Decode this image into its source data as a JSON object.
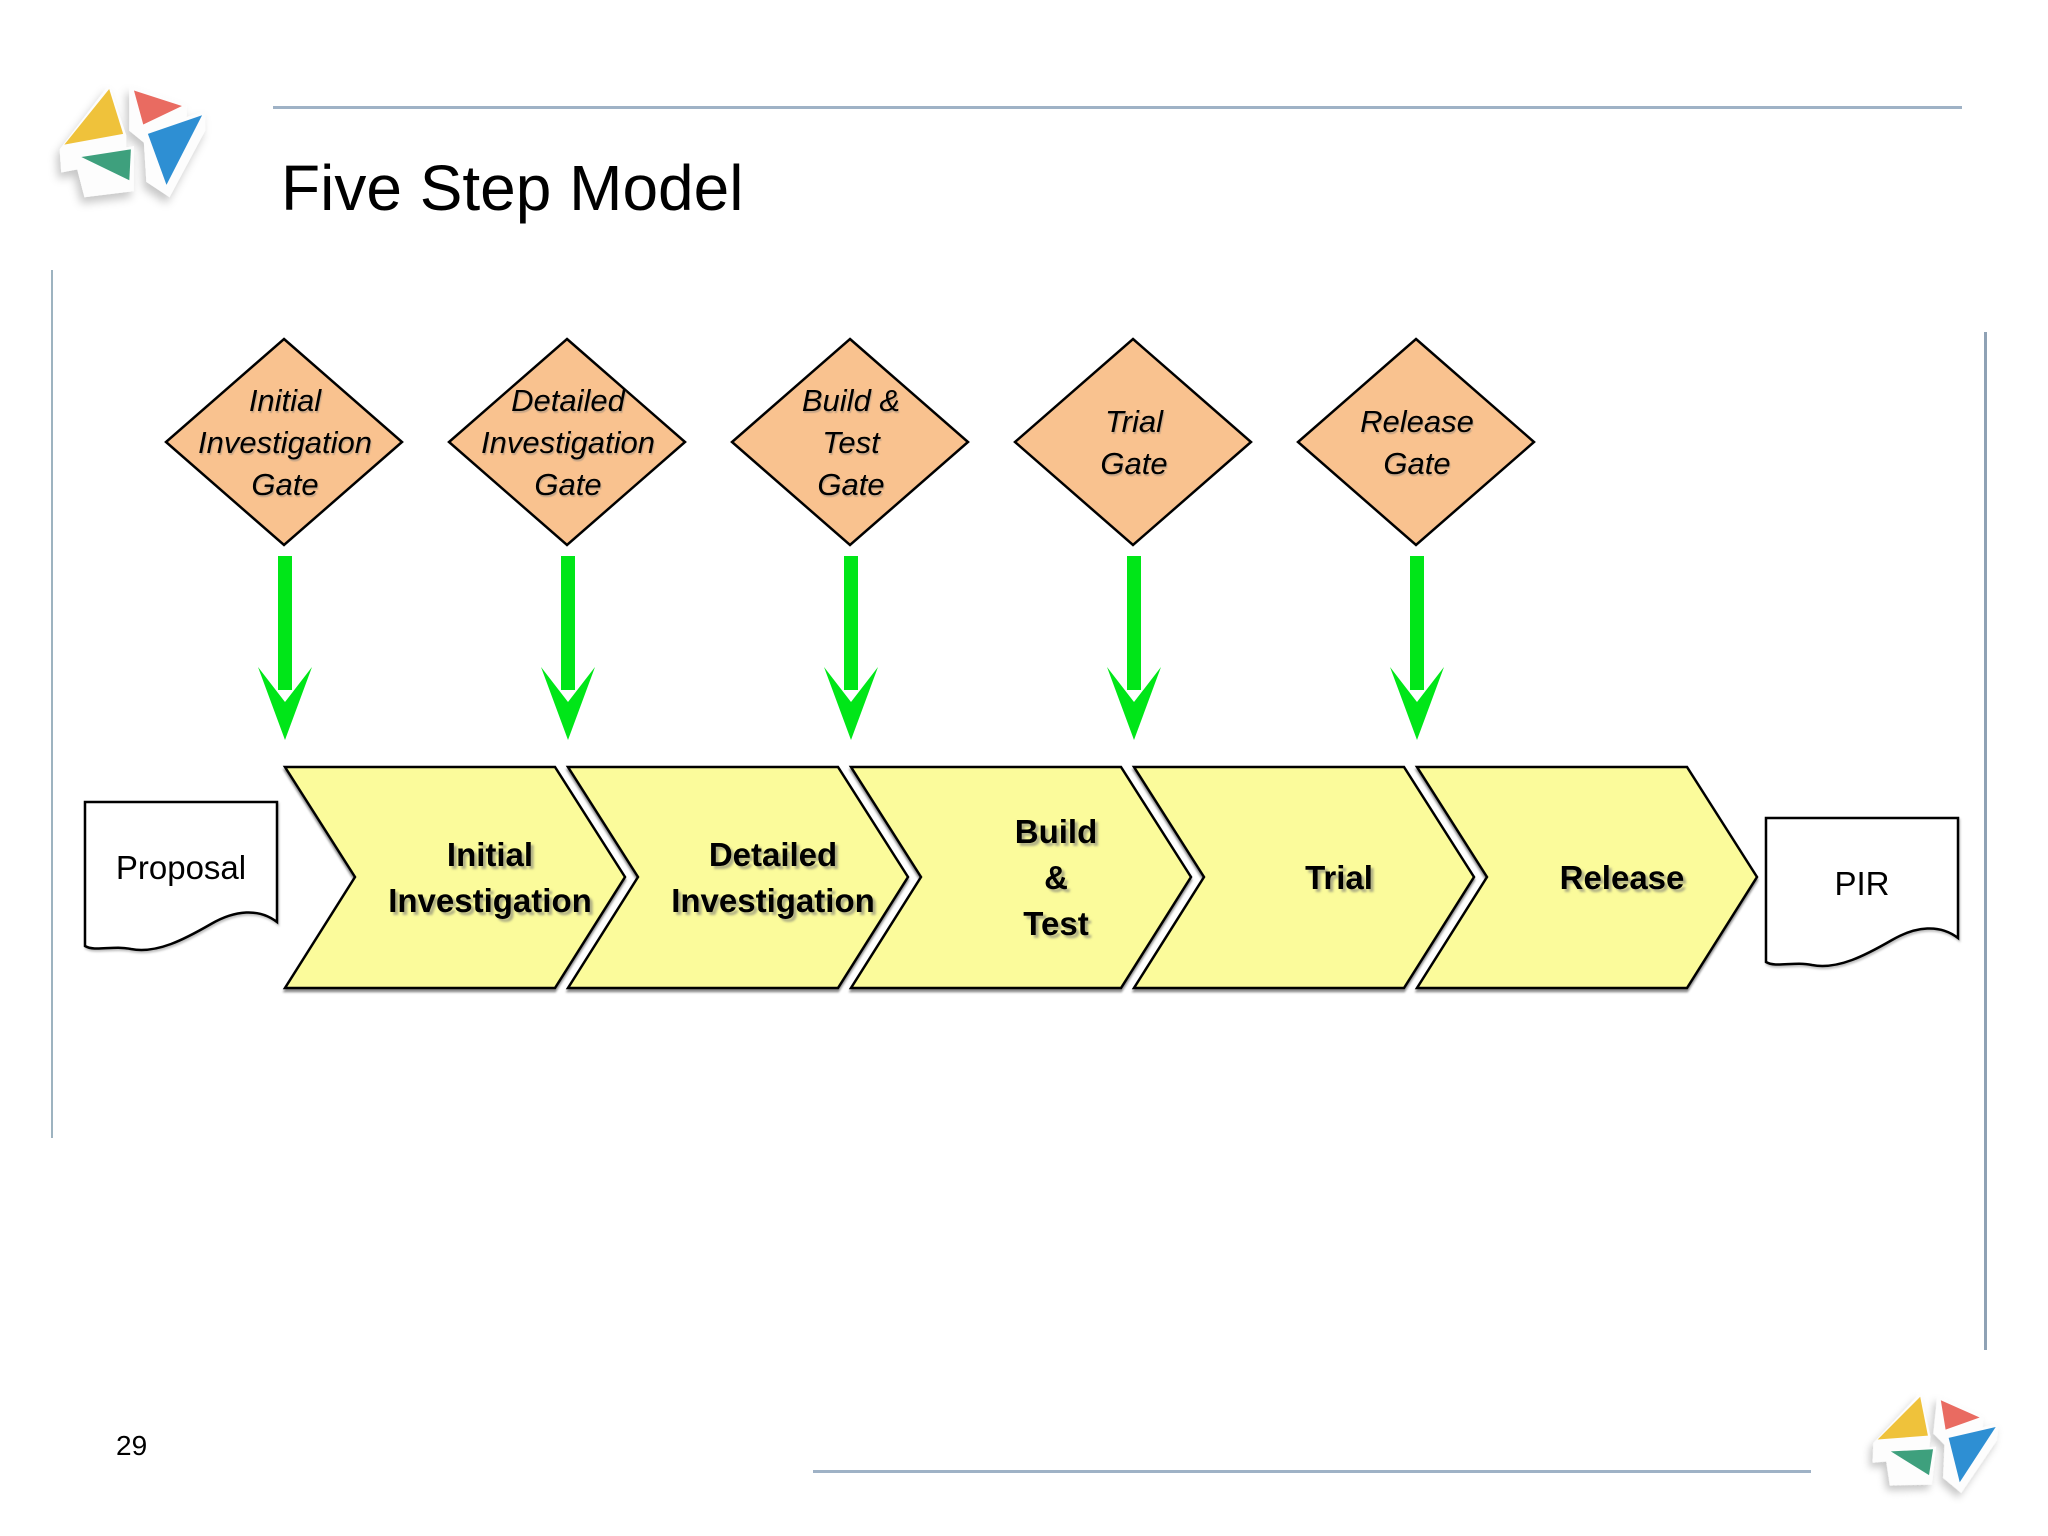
{
  "slide": {
    "title": "Five Step Model",
    "page_number": "29"
  },
  "gates": [
    {
      "label": "Initial\nInvestigation\nGate"
    },
    {
      "label": "Detailed\nInvestigation\nGate"
    },
    {
      "label": "Build &\nTest\nGate"
    },
    {
      "label": "Trial\nGate"
    },
    {
      "label": "Release\nGate"
    }
  ],
  "steps": [
    {
      "label": "Initial\nInvestigation"
    },
    {
      "label": "Detailed\nInvestigation"
    },
    {
      "label": "Build\n&\nTest"
    },
    {
      "label": "Trial"
    },
    {
      "label": "Release"
    }
  ],
  "documents": {
    "input": "Proposal",
    "output": "PIR"
  },
  "colors": {
    "gate-fill": "#f9c28f",
    "step-fill": "#fbfb9b",
    "arrow-green": "#00e618",
    "line-blue": "#9fb2c6",
    "shape-stroke": "#000000"
  }
}
